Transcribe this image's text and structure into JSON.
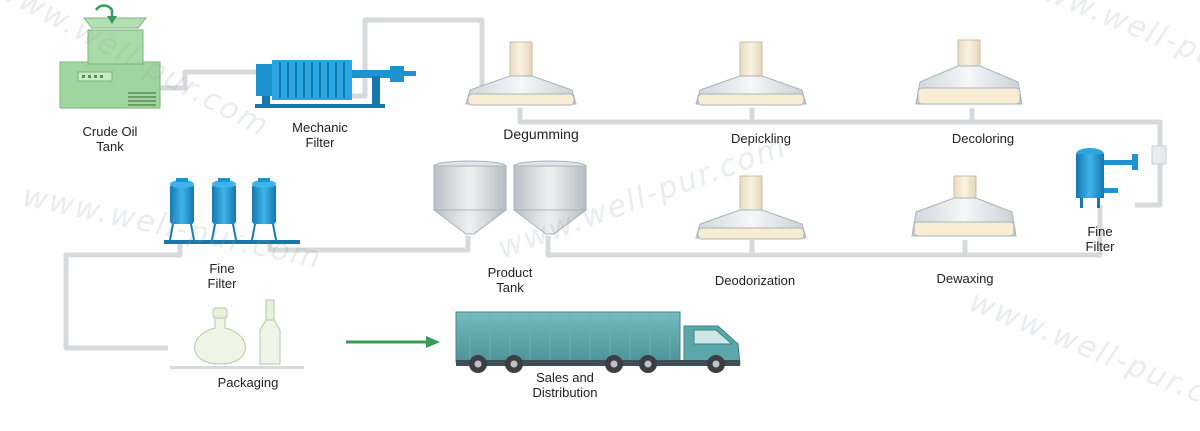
{
  "diagram": {
    "stages": {
      "crude_oil_tank": {
        "line1": "Crude Oil",
        "line2": "Tank"
      },
      "mechanic_filter": {
        "line1": "Mechanic",
        "line2": "Filter"
      },
      "degumming": {
        "label": "Degumming"
      },
      "depickling": {
        "label": "Depickling"
      },
      "decoloring": {
        "label": "Decoloring"
      },
      "fine_filter_right": {
        "line1": "Fine",
        "line2": "Filter"
      },
      "dewaxing": {
        "label": "Dewaxing"
      },
      "deodorization": {
        "label": "Deodorization"
      },
      "product_tank": {
        "line1": "Product",
        "line2": "Tank"
      },
      "fine_filter_left": {
        "line1": "Fine",
        "line2": "Filter"
      },
      "packaging": {
        "label": "Packaging"
      },
      "sales": {
        "line1": "Sales and",
        "line2": "Distribution"
      }
    },
    "watermark": "www.well-pur.com",
    "colors": {
      "pipe": "#d9dde0",
      "equipment_blue": "#1f9ad6",
      "tank_green": "#9bd39b",
      "truck_teal": "#5aa6a8",
      "arrow_green": "#3a9a5a",
      "reactor_body": "#e9eef0",
      "reactor_oil": "#f8ecd2"
    }
  }
}
